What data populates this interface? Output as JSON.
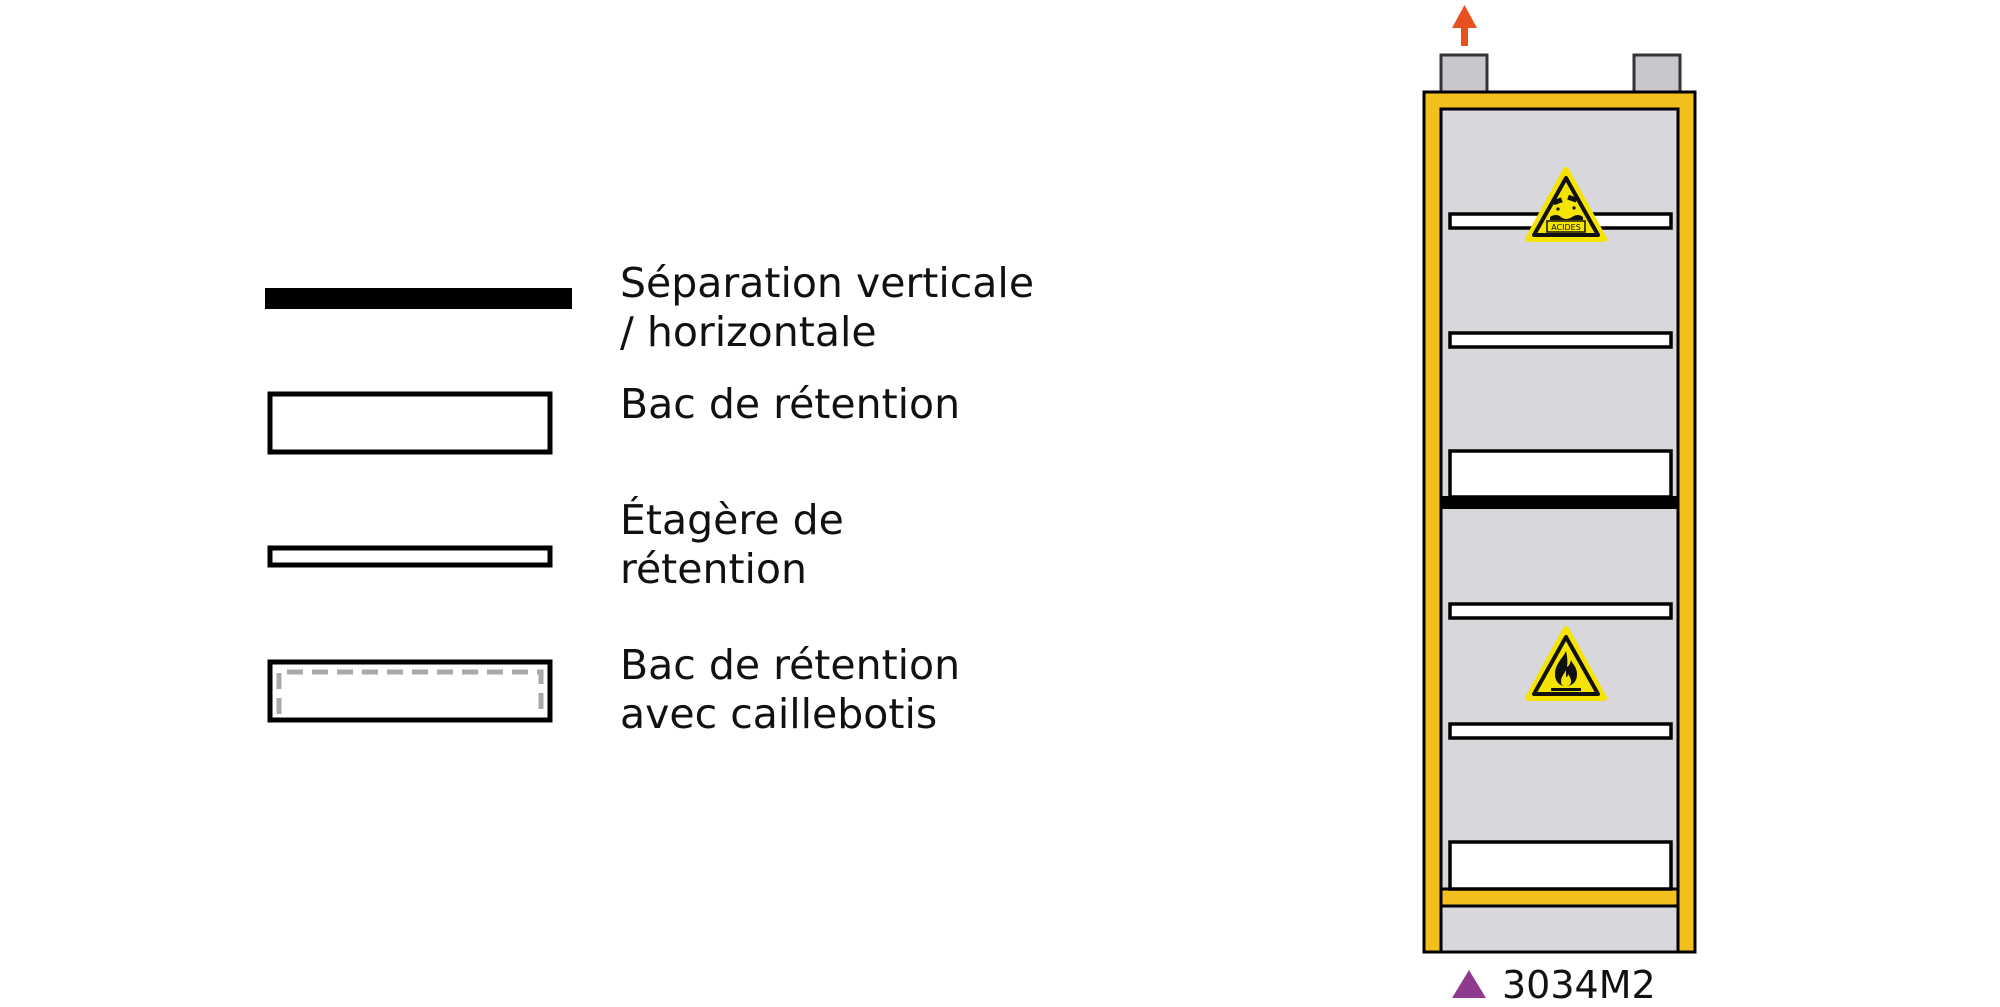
{
  "legend": {
    "items": [
      {
        "key": "separation",
        "line1": "Séparation verticale",
        "line2": "/ horizontale"
      },
      {
        "key": "bac",
        "line1": "Bac de rétention",
        "line2": ""
      },
      {
        "key": "etagere",
        "line1": "Étagère de",
        "line2": "rétention"
      },
      {
        "key": "caillebotis",
        "line1": "Bac de rétention",
        "line2": "avec caillebotis"
      }
    ]
  },
  "cabinet": {
    "model": "3034M2",
    "acid_sign_text": "ACIDES",
    "compartments": [
      {
        "position": "upper",
        "hazard": "corrosive-acids",
        "contents": [
          "etagere",
          "etagere",
          "bac"
        ]
      },
      {
        "position": "lower",
        "hazard": "flammable",
        "contents": [
          "etagere",
          "etagere",
          "bac"
        ]
      }
    ],
    "exhaust": "top-left",
    "colors": {
      "frame": "#f2c01d",
      "body": "#d8d7dc",
      "exhaust_arrow": "#e8501e",
      "model_marker": "#8e3a8e",
      "warning_sign": "#f5e400"
    }
  }
}
